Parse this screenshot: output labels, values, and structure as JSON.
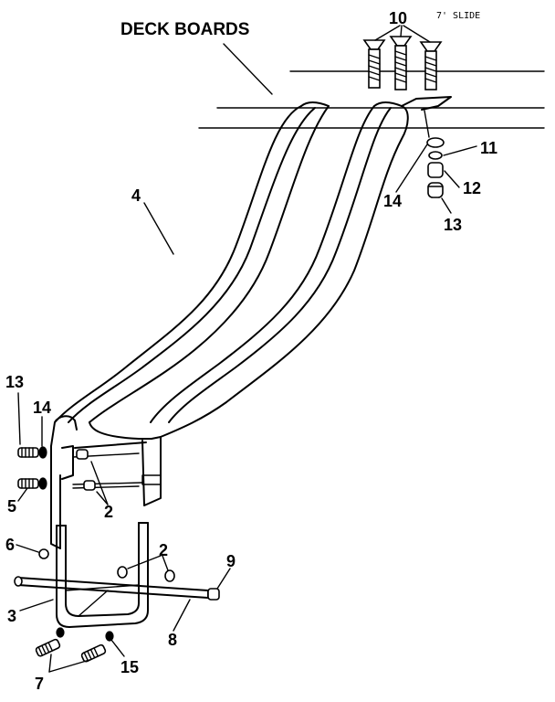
{
  "title": "DECK BOARDS",
  "subtitle": "7' SLIDE",
  "callouts": {
    "c10": "10",
    "c11": "11",
    "c12": "12",
    "c13_top": "13",
    "c14_top": "14",
    "c4": "4",
    "c13_left": "13",
    "c14_left": "14",
    "c5": "5",
    "c2_upper": "2",
    "c6": "6",
    "c2_lower": "2",
    "c9": "9",
    "c3": "3",
    "c8": "8",
    "c7": "7",
    "c15": "15"
  }
}
